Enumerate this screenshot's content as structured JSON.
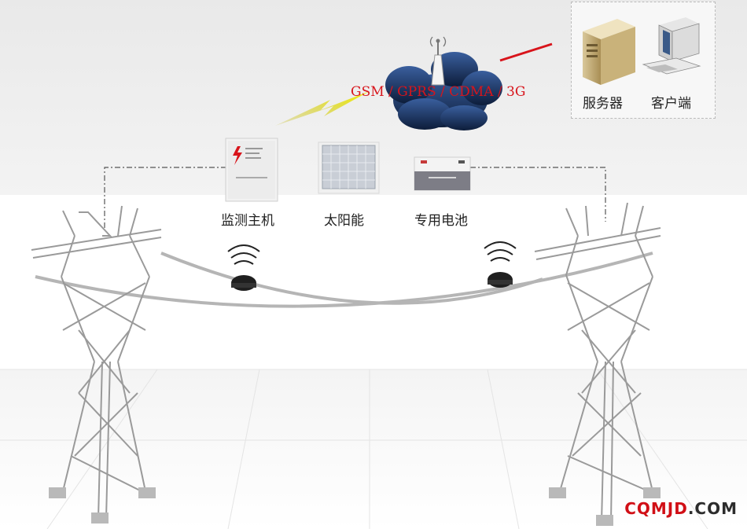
{
  "network": {
    "label": "GSM / GPRS / CDMA / 3G"
  },
  "backend": {
    "server_label": "服务器",
    "client_label": "客户端"
  },
  "devices": {
    "host_label": "监测主机",
    "solar_label": "太阳能",
    "battery_label": "专用电池"
  },
  "brand": {
    "name": "CQMJD",
    "tld": ".COM"
  },
  "colors": {
    "accent_red": "#d8141b",
    "cloud": "#1f3a6b",
    "lightning": "#e3e000"
  }
}
